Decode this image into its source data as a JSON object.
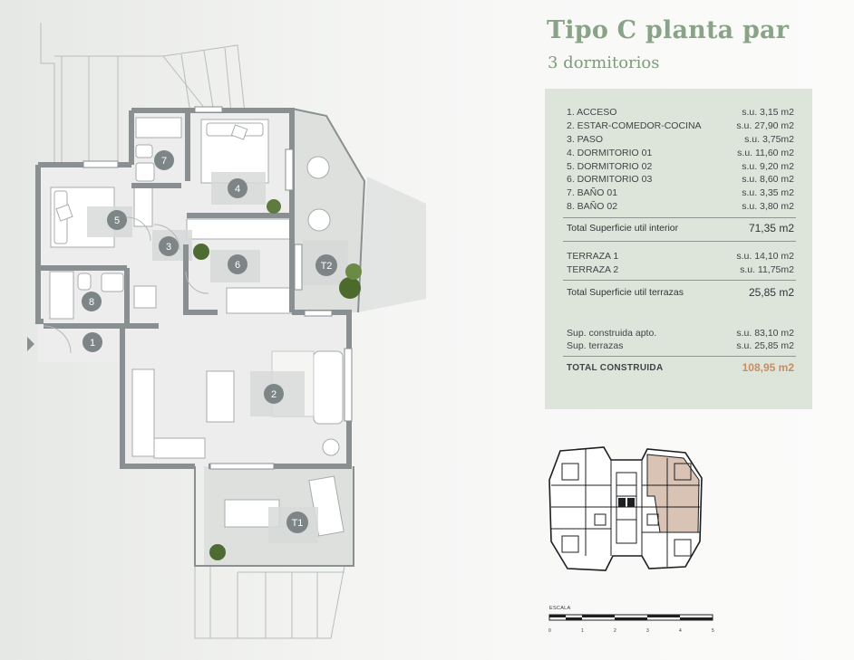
{
  "header": {
    "title": "Tipo C planta par",
    "subtitle": "3 dormitorios"
  },
  "rooms": [
    {
      "label": "1. ACCESO",
      "value": "s.u.  3,15 m2"
    },
    {
      "label": "2. ESTAR-COMEDOR-COCINA",
      "value": "s.u.  27,90 m2"
    },
    {
      "label": "3. PASO",
      "value": "s.u.  3,75m2"
    },
    {
      "label": "4. DORMITORIO 01",
      "value": "s.u. 11,60 m2"
    },
    {
      "label": "5. DORMITORIO 02",
      "value": "s.u.  9,20 m2"
    },
    {
      "label": "6. DORMITORIO 03",
      "value": "s.u.  8,60 m2"
    },
    {
      "label": "7. BAÑO 01",
      "value": "s.u.  3,35 m2"
    },
    {
      "label": "8. BAÑO 02",
      "value": "s.u.  3,80 m2"
    }
  ],
  "interior_total": {
    "label": "Total Superficie util interior",
    "value": "71,35 m2"
  },
  "terraces": [
    {
      "label": "TERRAZA 1",
      "value": "s.u. 14,10 m2"
    },
    {
      "label": "TERRAZA 2",
      "value": "s.u. 11,75m2"
    }
  ],
  "terrace_total": {
    "label": "Total Superficie util terrazas",
    "value": "25,85 m2"
  },
  "built": [
    {
      "label": "Sup. construida apto.",
      "value": "s.u. 83,10 m2"
    },
    {
      "label": "Sup. terrazas",
      "value": "s.u. 25,85 m2"
    }
  ],
  "grand_total": {
    "label": "TOTAL CONSTRUIDA",
    "value": "108,95 m2"
  },
  "plan_labels": {
    "r1": "1",
    "r2": "2",
    "r3": "3",
    "r4": "4",
    "r5": "5",
    "r6": "6",
    "r7": "7",
    "r8": "8",
    "t1": "T1",
    "t2": "T2"
  },
  "scale": {
    "title": "ESCALA",
    "ticks": [
      "0",
      "1",
      "2",
      "3",
      "4",
      "5"
    ]
  },
  "colors": {
    "accent_green": "#8aa287",
    "table_bg": "#dde5da",
    "total_highlight": "#c68d63",
    "highlight_unit": "#d9c3b4",
    "wall": "#8a8f91"
  }
}
